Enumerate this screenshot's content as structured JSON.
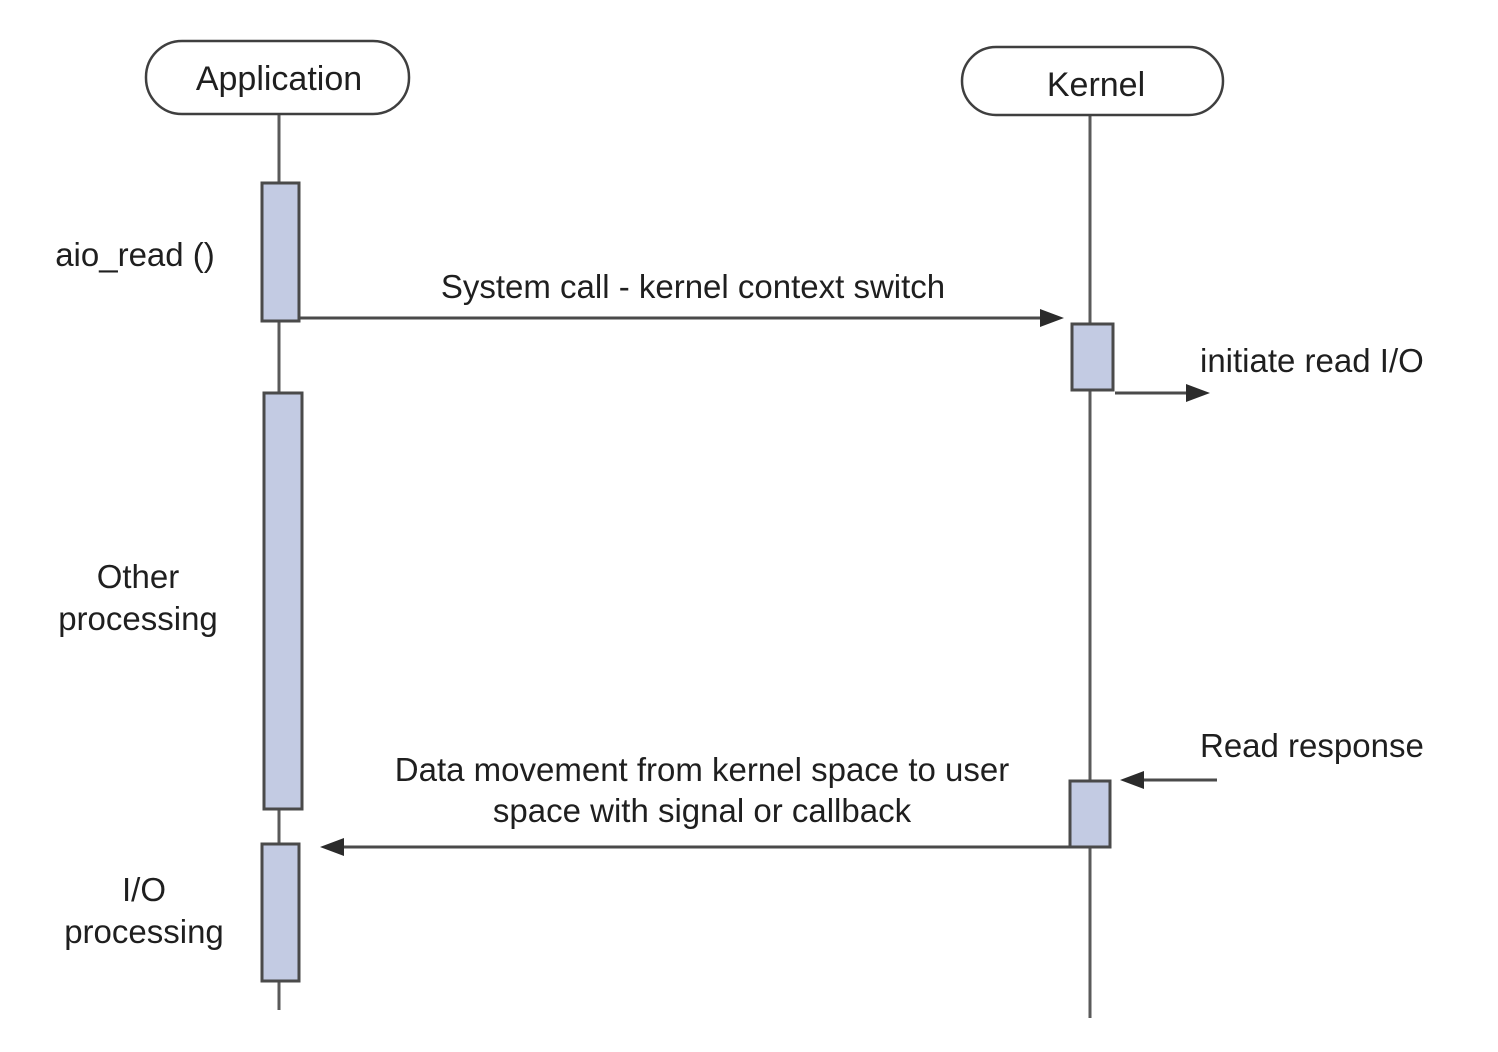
{
  "actors": {
    "application": "Application",
    "kernel": "Kernel"
  },
  "messages": {
    "syscall": "System call - kernel context switch",
    "initiate": "initiate read I/O",
    "read_response": "Read response",
    "data_movement_line1": "Data movement from kernel space to user",
    "data_movement_line2": "space with signal or callback"
  },
  "phases": {
    "aio_read": "aio_read ()",
    "other_line1": "Other",
    "other_line2": "processing",
    "io_line1": "I/O",
    "io_line2": "processing"
  },
  "colors": {
    "activation_fill": "#c3cbe3",
    "line": "#4a4a4a"
  }
}
